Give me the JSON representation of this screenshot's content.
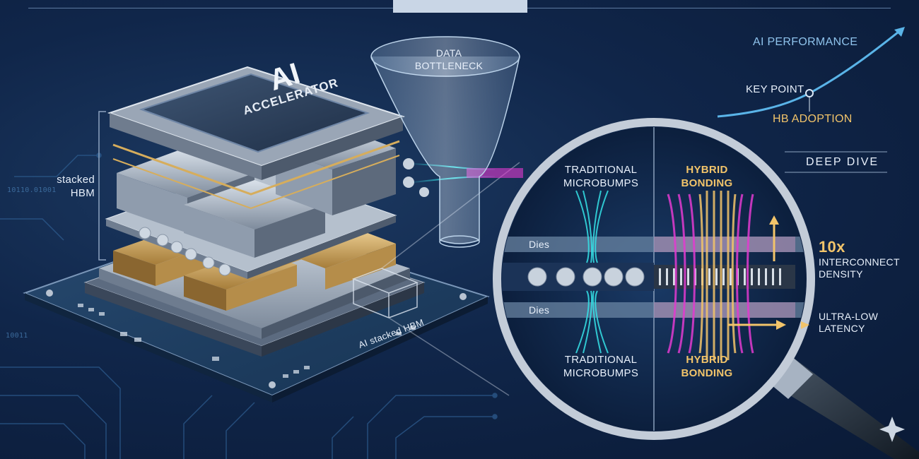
{
  "chip": {
    "title_line1": "AI",
    "title_line2": "ACCELERATOR",
    "left_label": "stacked\nHBM",
    "bottom_label": "AI stacked HBM"
  },
  "funnel": {
    "label_line1": "DATA",
    "label_line2": "BOTTLENECK"
  },
  "trend": {
    "title": "AI PERFORMANCE",
    "key_point": "KEY POINT",
    "adoption": "HB ADOPTION"
  },
  "deep_dive": "DEEP DIVE",
  "magnifier": {
    "left_top_line1": "TRADITIONAL",
    "left_top_line2": "MICROBUMPS",
    "left_bottom_line1": "TRADITIONAL",
    "left_bottom_line2": "MICROBUMPS",
    "right_top_line1": "HYBRID",
    "right_top_line2": "BONDING",
    "right_bottom_line1": "HYBRID",
    "right_bottom_line2": "BONDING",
    "dies_top": "Dies",
    "dies_bottom": "Dies"
  },
  "callouts": {
    "density_value": "10x",
    "density_line1": "INTERCONNECT",
    "density_line2": "DENSITY",
    "latency_line1": "ULTRA-LOW",
    "latency_line2": "LATENCY"
  },
  "binary_texts": [
    "10110.01001",
    "10011"
  ],
  "colors": {
    "background": "#10264a",
    "accent_gold": "#f2c46a",
    "accent_cyan": "#36e3e8",
    "accent_magenta": "#e23bd0",
    "text": "#cfe0f5"
  }
}
